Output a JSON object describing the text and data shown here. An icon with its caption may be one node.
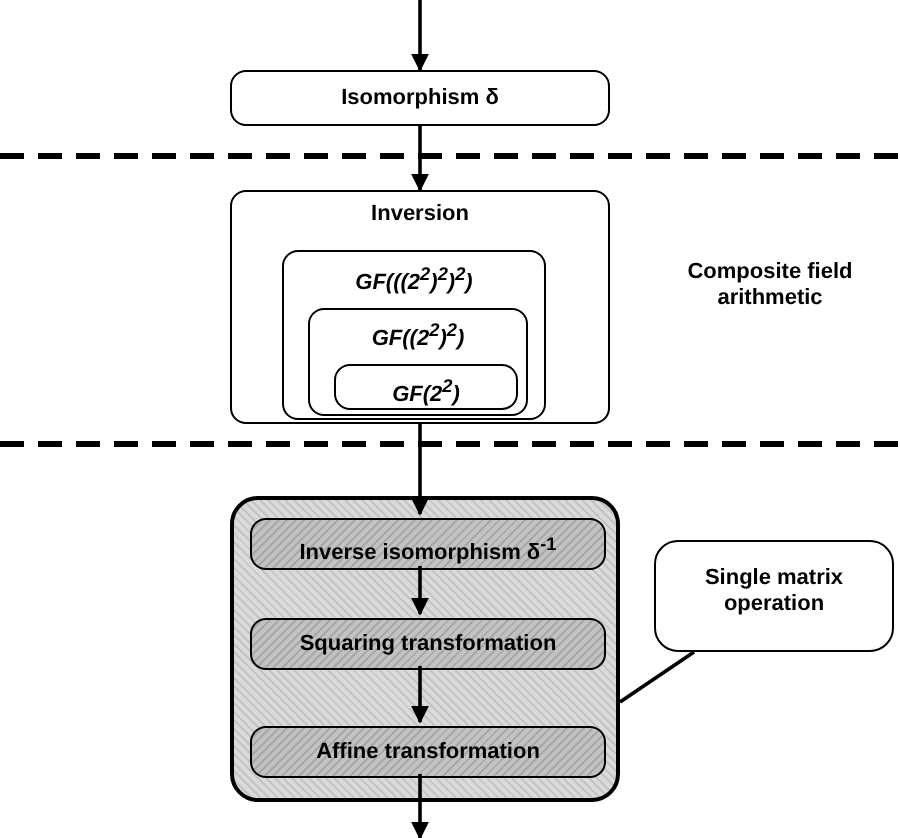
{
  "diagram": {
    "nodes": [
      {
        "text": [
          "Isomorphism δ"
        ]
      },
      {
        "text": [
          "Inversion"
        ]
      },
      {
        "text": [
          "GF(((2$^{2}$)$^{2}$)$^{2}$)"
        ],
        "in": 1
      },
      {
        "text": [
          "GF((2$^{2}$)$^{2}$)"
        ],
        "in": 2
      },
      {
        "text": [
          "GF(2$^{2}$)"
        ],
        "in": 3
      },
      {
        "text": [],
        "shape": "box"
      },
      {
        "text": [
          "Inverse isomorphism δ$^{-1}$"
        ],
        "in": 5
      },
      {
        "text": [
          "Squaring transformation"
        ],
        "in": 5
      },
      {
        "text": [
          "Affine transformation"
        ],
        "in": 5
      },
      {
        "text": [
          "Single matrix operation"
        ]
      }
    ],
    "edges": [
      {
        "from": null,
        "to": 0,
        "arrow": "to"
      },
      {
        "from": 0,
        "to": 1,
        "arrow": "to"
      },
      {
        "from": 1,
        "to": 6,
        "arrow": "to"
      },
      {
        "from": 6,
        "to": 7,
        "arrow": "to"
      },
      {
        "from": 7,
        "to": 8,
        "arrow": "to"
      },
      {
        "from": 8,
        "to": null,
        "arrow": "to"
      },
      {
        "from": 9,
        "to": 5,
        "arrow": "none"
      }
    ],
    "labels": [
      "Composite field arithmetic"
    ]
  }
}
